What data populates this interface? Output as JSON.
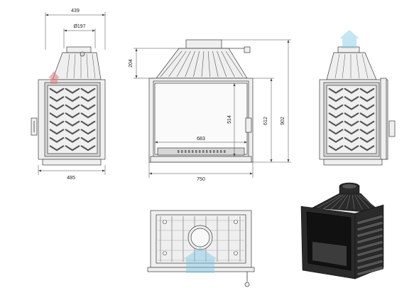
{
  "dimensions": {
    "side_top_width": "439",
    "flue_diameter": "Ø197",
    "side_bottom_width": "485",
    "front_hood_height": "204",
    "front_inner_width": "683",
    "front_total_width": "750",
    "front_opening_height": "514",
    "front_body_height": "612",
    "front_total_height": "902"
  },
  "colors": {
    "watermark": "#7ec8e8",
    "watermark_red": "#e07070",
    "body_dark": "#2a2a2a"
  },
  "icons": [
    "house-watermark-icon"
  ]
}
